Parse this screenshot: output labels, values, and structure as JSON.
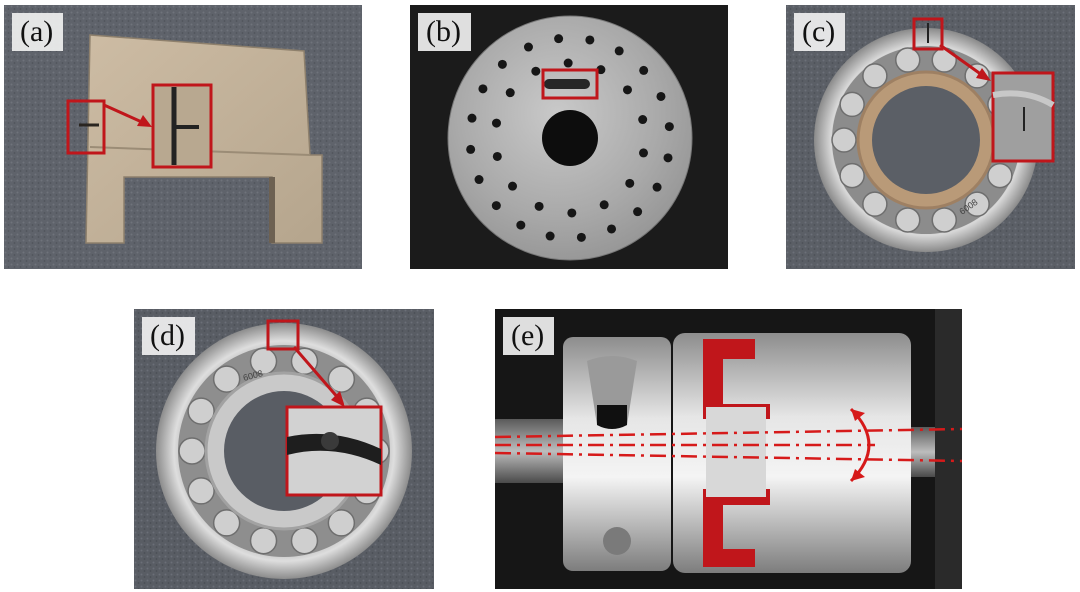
{
  "figure": {
    "panels": [
      {
        "label": "(a)",
        "subject": "plate with crack defect"
      },
      {
        "label": "(b)",
        "subject": "perforated disc with slot defect"
      },
      {
        "label": "(c)",
        "subject": "ball bearing with outer ring crack"
      },
      {
        "label": "(d)",
        "subject": "ball bearing with inner ring defect"
      },
      {
        "label": "(e)",
        "subject": "shaft coupling misalignment"
      }
    ],
    "colors": {
      "highlight": "#c0161b",
      "misalignment_line": "#d61a1a",
      "background_dark": "#1b1b1b",
      "carpet": "#5d6066"
    },
    "stamps": {
      "bearing_c": "6008",
      "bearing_d": "6008"
    }
  }
}
